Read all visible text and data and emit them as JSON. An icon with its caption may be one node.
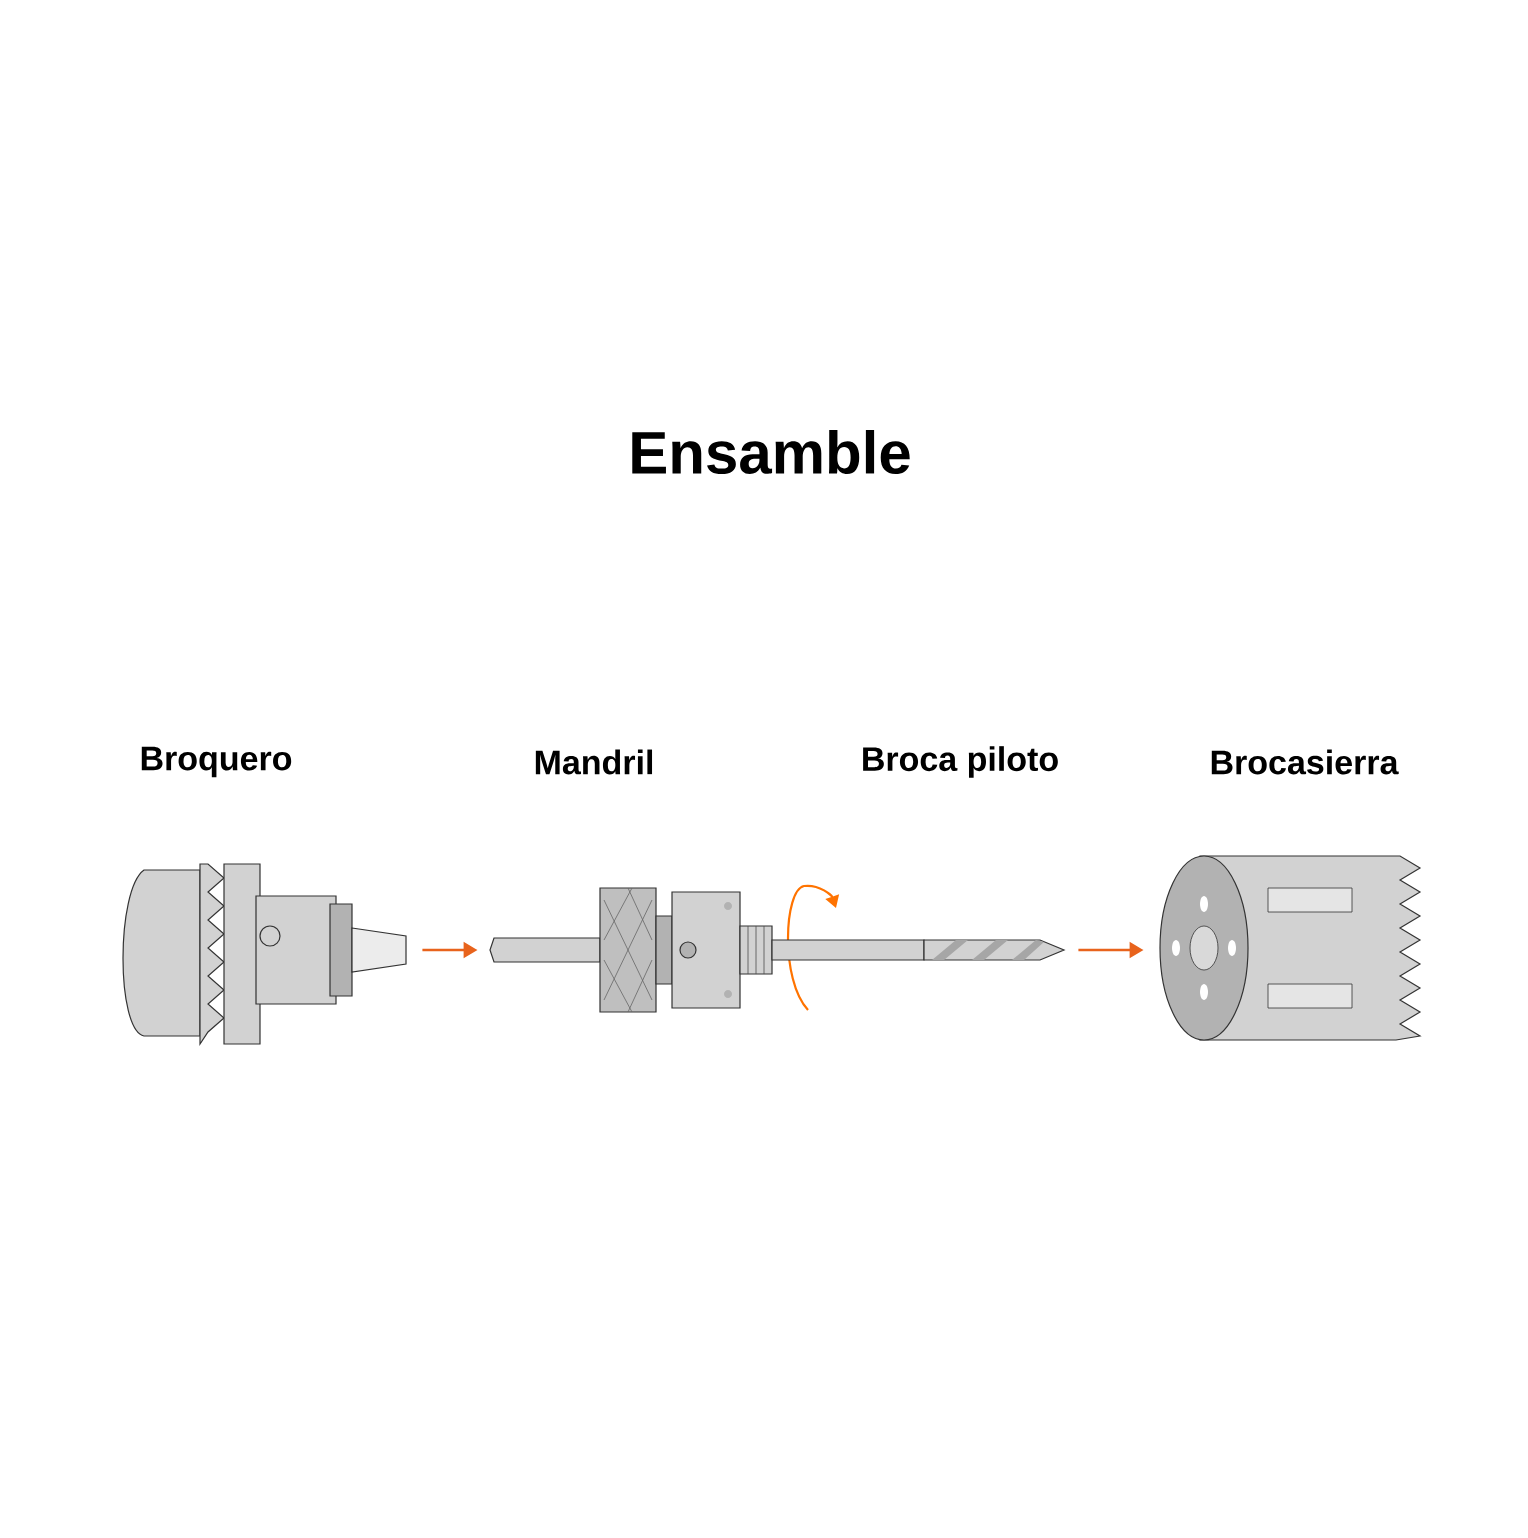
{
  "diagram": {
    "title": "Ensamble",
    "nodes": [
      {
        "text": [
          "Broquero"
        ]
      },
      {
        "text": [
          "Mandril"
        ]
      },
      {
        "text": [
          "Broca piloto"
        ]
      },
      {
        "text": [
          "Brocasierra"
        ]
      }
    ],
    "edges": [
      {
        "from": 0,
        "to": 1,
        "arrow": "to"
      },
      {
        "from": 2,
        "to": 3,
        "arrow": "to"
      }
    ]
  }
}
